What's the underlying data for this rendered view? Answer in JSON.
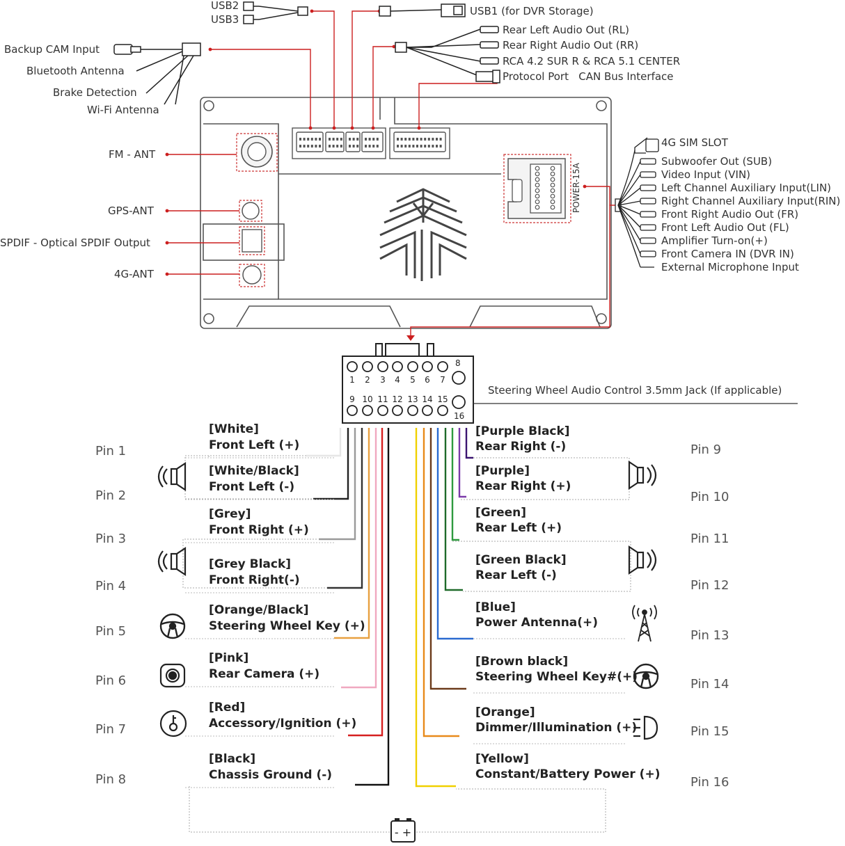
{
  "top_labels": {
    "usb2": "USB2",
    "usb3": "USB3",
    "usb1": "USB1 (for DVR Storage)",
    "rl": "Rear Left Audio Out (RL)",
    "rr": "Rear Right Audio Out (RR)",
    "rca": "RCA 4.2 SUR R & RCA 5.1 CENTER",
    "protocol": "Protocol Port   CAN Bus Interface",
    "backup_cam": "Backup CAM Input",
    "bluetooth": "Bluetooth Antenna",
    "brake": "Brake Detection",
    "wifi": "Wi-Fi Antenna"
  },
  "left_labels": {
    "fm": "FM - ANT",
    "gps": "GPS-ANT",
    "spdif": "SPDIF - Optical SPDIF Output",
    "ant4g": "4G-ANT"
  },
  "right_labels": [
    "4G SIM SLOT",
    "Subwoofer Out (SUB)",
    "Video Input (VIN)",
    "Left Channel Auxiliary Input(LIN)",
    "Right Channel Auxiliary Input(RIN)",
    "Front Right Audio Out (FR)",
    "Front Left Audio Out (FL)",
    "Amplifier Turn-on(+)",
    "Front Camera IN  (DVR IN)",
    "External Microphone Input"
  ],
  "power_label": "POWER-15A",
  "steering_jack": "Steering Wheel Audio Control 3.5mm Jack (If applicable)",
  "connector_numbers": {
    "top": [
      "1",
      "2",
      "3",
      "4",
      "5",
      "6",
      "7"
    ],
    "eight": "8",
    "bottom": [
      "9",
      "10",
      "11",
      "12",
      "13",
      "14",
      "15"
    ],
    "sixteen": "16"
  },
  "left_pins": [
    {
      "pin": "Pin 1",
      "color": "[White]",
      "func": "Front Left (+)",
      "wire": "#e6e6e6"
    },
    {
      "pin": "Pin 2",
      "color": "[White/Black]",
      "func": "Front Left (-)",
      "wire": "#222222"
    },
    {
      "pin": "Pin 3",
      "color": "[Grey]",
      "func": "Front Right (+)",
      "wire": "#9a9a9a"
    },
    {
      "pin": "Pin 4",
      "color": "[Grey Black]",
      "func": "Front Right(-)",
      "wire": "#333333"
    },
    {
      "pin": "Pin 5",
      "color": "[Orange/Black]",
      "func": "Steering Wheel Key (+)",
      "wire": "#e8a040"
    },
    {
      "pin": "Pin 6",
      "color": "[Pink]",
      "func": "Rear Camera (+)",
      "wire": "#f0a8c0"
    },
    {
      "pin": "Pin 7",
      "color": "[Red]",
      "func": "Accessory/Ignition (+)",
      "wire": "#d61f1f"
    },
    {
      "pin": "Pin 8",
      "color": "[Black]",
      "func": "Chassis Ground (-)",
      "wire": "#111111"
    }
  ],
  "right_pins": [
    {
      "pin": "Pin 9",
      "color": "[Purple Black]",
      "func": "Rear Right (-)",
      "wire": "#3a1470"
    },
    {
      "pin": "Pin 10",
      "color": "[Purple]",
      "func": "Rear Right (+)",
      "wire": "#7a3aa8"
    },
    {
      "pin": "Pin 11",
      "color": "[Green]",
      "func": "Rear Left (+)",
      "wire": "#2e9a3e"
    },
    {
      "pin": "Pin 12",
      "color": "[Green Black]",
      "func": "Rear Left (-)",
      "wire": "#1f6a2a"
    },
    {
      "pin": "Pin 13",
      "color": "[Blue]",
      "func": "Power Antenna(+)",
      "wire": "#2a6ad0"
    },
    {
      "pin": "Pin 14",
      "color": "[Brown black]",
      "func": "Steering Wheel Key#(+)",
      "wire": "#6b3a1a"
    },
    {
      "pin": "Pin 15",
      "color": "[Orange]",
      "func": "Dimmer/Illumination (+)",
      "wire": "#e88a1a"
    },
    {
      "pin": "Pin 16",
      "color": "[Yellow]",
      "func": "Constant/Battery Power (+)",
      "wire": "#f0d000"
    }
  ],
  "battery_symbol": "- +",
  "colors": {
    "accent_red": "#cc1f1f",
    "outline": "#555555"
  },
  "icons": [
    "speaker-left-icon",
    "steering-wheel-icon",
    "camera-icon",
    "ignition-key-icon",
    "speaker-right-icon",
    "antenna-tower-icon",
    "headlight-icon",
    "battery-icon"
  ]
}
